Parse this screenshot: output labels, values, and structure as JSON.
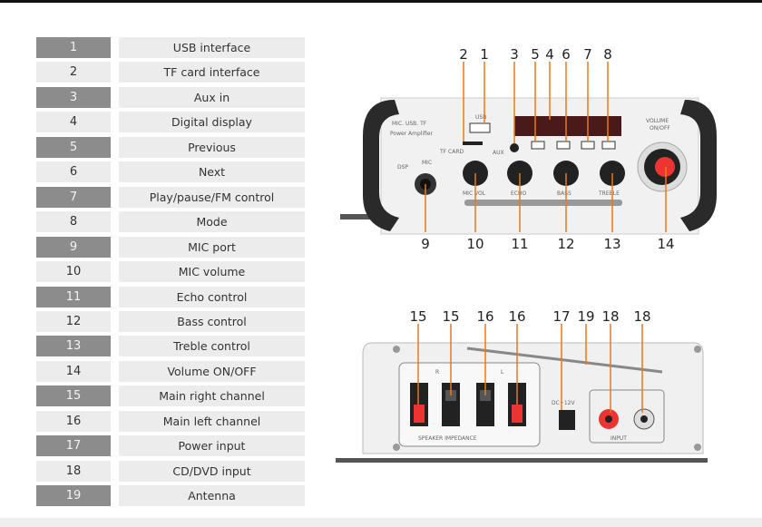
{
  "accent_color": "#e8791e",
  "table": [
    {
      "num": "1",
      "label": "USB interface"
    },
    {
      "num": "2",
      "label": "TF card interface"
    },
    {
      "num": "3",
      "label": "Aux in"
    },
    {
      "num": "4",
      "label": "Digital display"
    },
    {
      "num": "5",
      "label": "Previous"
    },
    {
      "num": "6",
      "label": "Next"
    },
    {
      "num": "7",
      "label": "Play/pause/FM control"
    },
    {
      "num": "8",
      "label": "Mode"
    },
    {
      "num": "9",
      "label": "MIC port"
    },
    {
      "num": "10",
      "label": "MIC volume"
    },
    {
      "num": "11",
      "label": "Echo control"
    },
    {
      "num": "12",
      "label": "Bass control"
    },
    {
      "num": "13",
      "label": "Treble control"
    },
    {
      "num": "14",
      "label": "Volume ON/OFF"
    },
    {
      "num": "15",
      "label": "Main right channel"
    },
    {
      "num": "16",
      "label": "Main left channel"
    },
    {
      "num": "17",
      "label": "Power input"
    },
    {
      "num": "18",
      "label": "CD/DVD input"
    },
    {
      "num": "19",
      "label": "Antenna"
    }
  ],
  "front_panel": {
    "brand_line1": "MIC. USB. TF",
    "brand_line2": "Power Amplifier",
    "usb": "USB",
    "tf": "TF CARD",
    "aux": "AUX",
    "mic": "MIC",
    "dsp": "DSP",
    "volume": "VOLUME",
    "onoff": "ON/OFF",
    "knobs": [
      "MIC VOL",
      "ECHO",
      "BASS",
      "TREBLE"
    ],
    "callouts_top": [
      "2",
      "1",
      "3",
      "5",
      "4",
      "6",
      "7",
      "8"
    ],
    "callouts_bottom": [
      "9",
      "10",
      "11",
      "12",
      "13",
      "14"
    ]
  },
  "back_panel": {
    "speaker_label": "SPEAKER IMPEDANCE",
    "r": "R",
    "l": "L",
    "dc": "DC+12V",
    "input": "INPUT",
    "callouts": [
      "15",
      "15",
      "16",
      "16",
      "17",
      "19",
      "18",
      "18"
    ]
  }
}
